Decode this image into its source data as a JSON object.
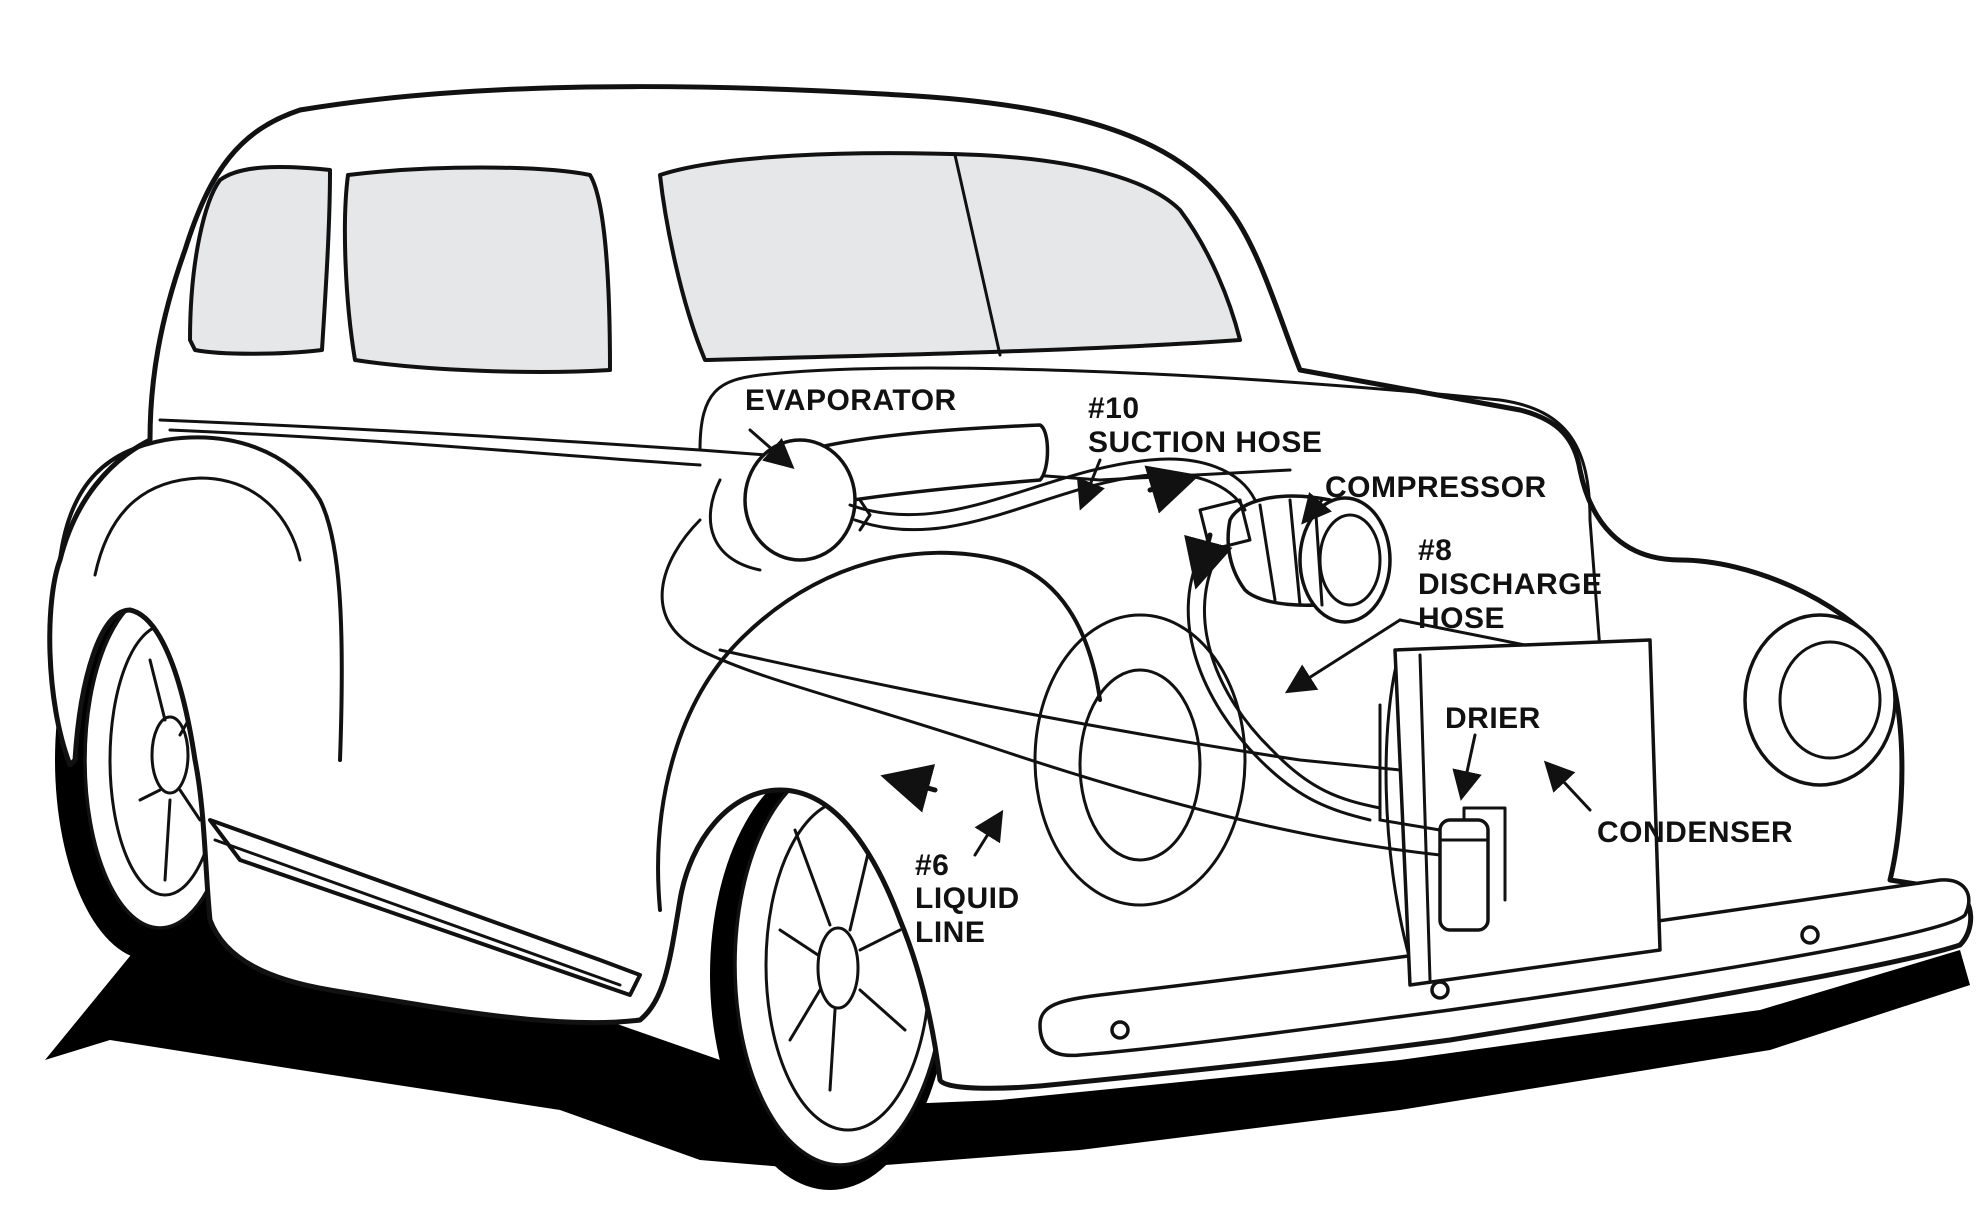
{
  "labels": {
    "evaporator": "EVAPORATOR",
    "suction_line1": "#10",
    "suction_line2": "SUCTION HOSE",
    "compressor": "COMPRESSOR",
    "discharge_line1": "#8",
    "discharge_line2": "DISCHARGE",
    "discharge_line3": "HOSE",
    "drier": "DRIER",
    "condenser": "CONDENSER",
    "liquid_line1": "#6",
    "liquid_line2": "LIQUID",
    "liquid_line3": "LINE"
  },
  "colors": {
    "ink": "#111111",
    "glass": "#e6e7e8",
    "background": "#ffffff"
  }
}
